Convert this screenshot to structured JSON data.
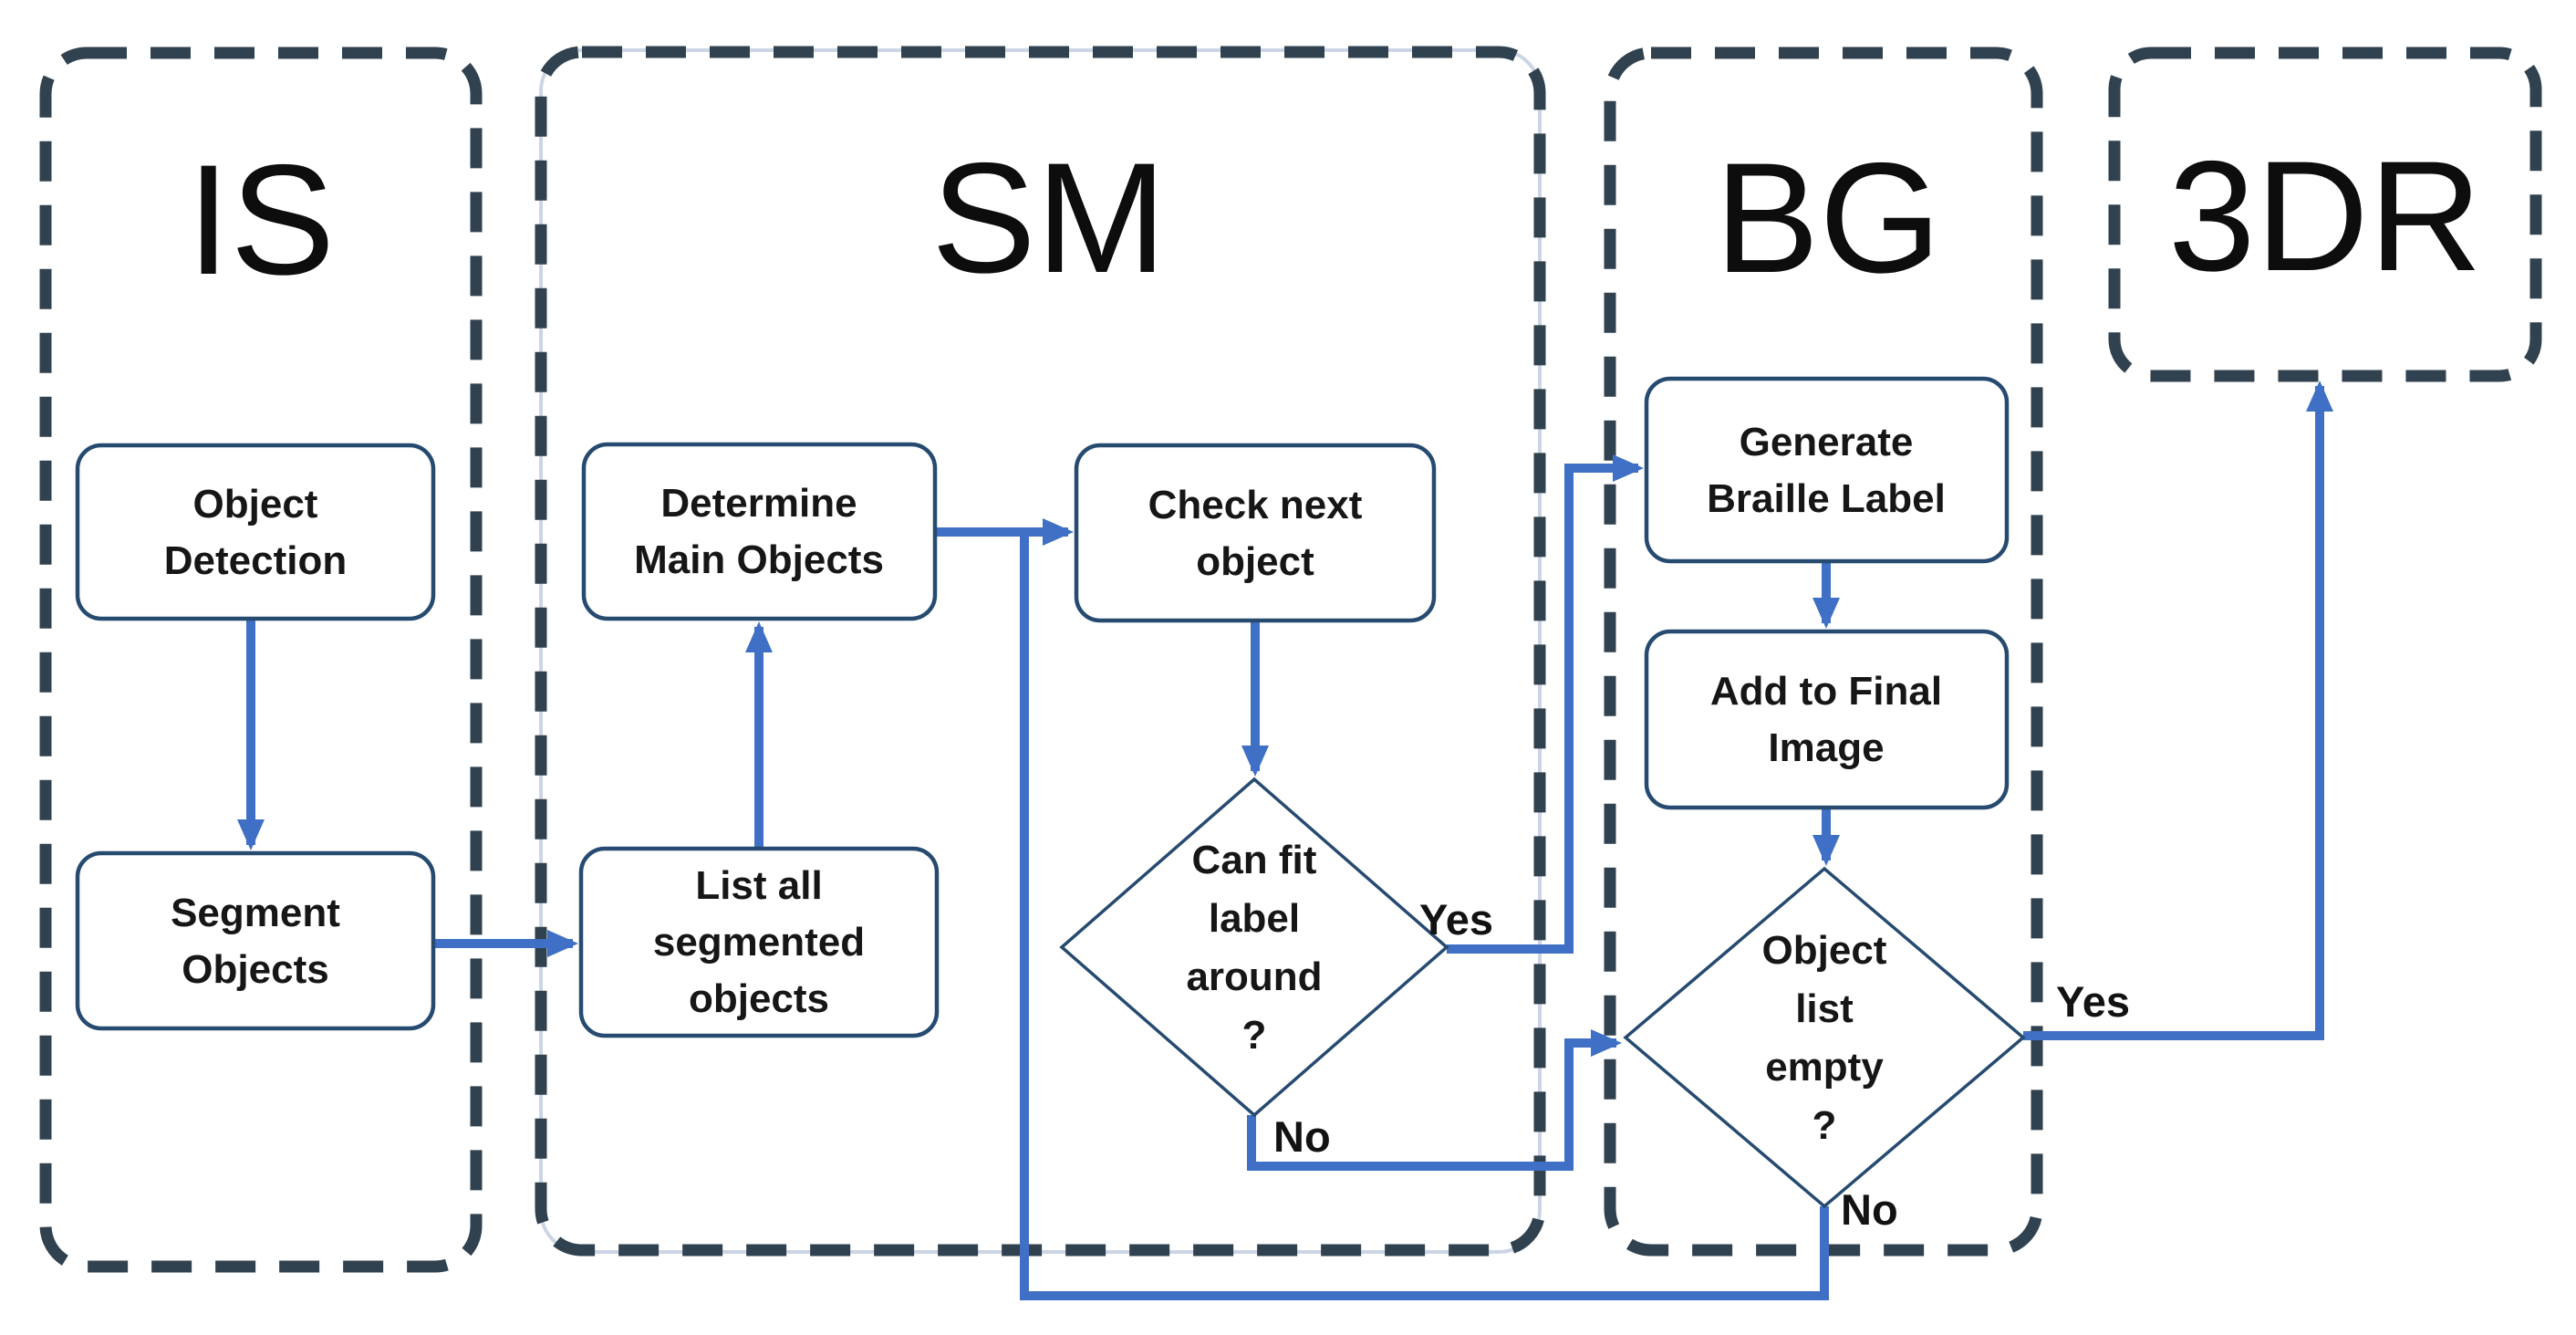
{
  "containers": {
    "is": {
      "label": "IS"
    },
    "sm": {
      "label": "SM"
    },
    "bg": {
      "label": "BG"
    },
    "3dr": {
      "label": "3DR"
    }
  },
  "nodes": {
    "object_detection": {
      "lines": [
        "Object",
        "Detection"
      ]
    },
    "segment_objects": {
      "lines": [
        "Segment",
        "Objects"
      ]
    },
    "determine_main": {
      "lines": [
        "Determine",
        "Main Objects"
      ]
    },
    "list_segmented": {
      "lines": [
        "List all",
        "segmented",
        "objects"
      ]
    },
    "check_next": {
      "lines": [
        "Check next",
        "object"
      ]
    },
    "can_fit": {
      "lines": [
        "Can fit",
        "label",
        "around",
        "?"
      ]
    },
    "generate_braille": {
      "lines": [
        "Generate",
        "Braille Label"
      ]
    },
    "add_final": {
      "lines": [
        "Add to Final",
        "Image"
      ]
    },
    "object_list_empty": {
      "lines": [
        "Object",
        "list",
        "empty",
        "?"
      ]
    }
  },
  "edge_labels": {
    "can_fit_yes": "Yes",
    "can_fit_no": "No",
    "object_list_empty_yes": "Yes",
    "object_list_empty_no": "No"
  },
  "colors": {
    "connector_blue": "#3f70c5",
    "container_dash": "#30414f",
    "shape_border": "#264a70",
    "sm_highlight": "#ccd5e6",
    "text": "#161616",
    "background": "#ffffff"
  }
}
